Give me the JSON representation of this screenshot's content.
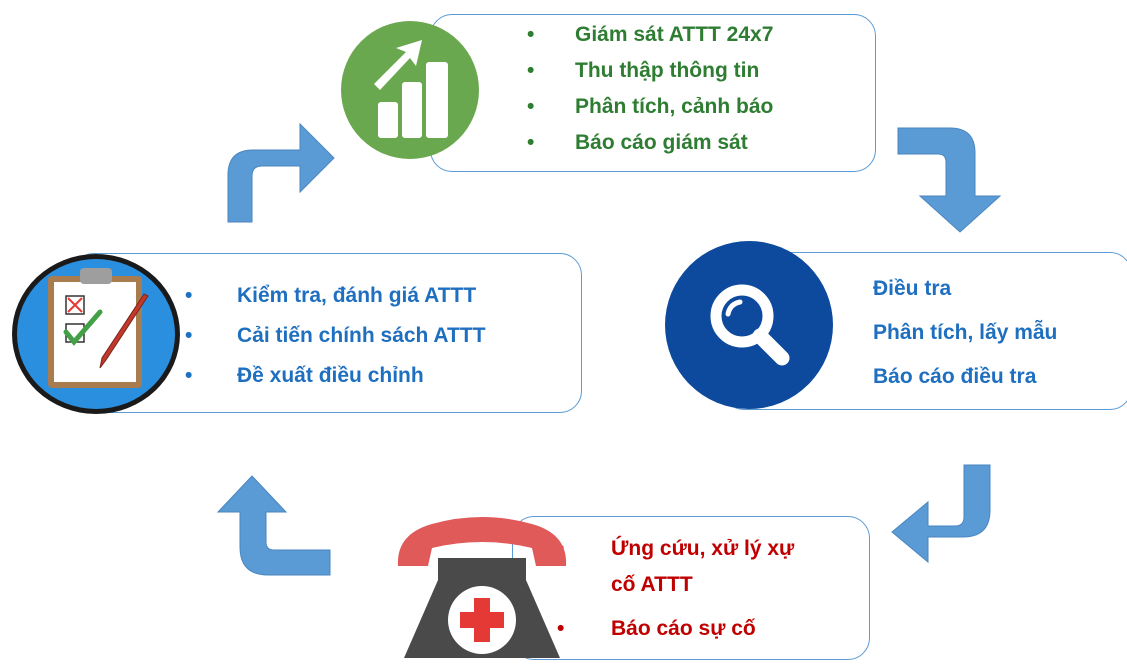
{
  "top": {
    "items": [
      "Giám sát ATTT 24x7",
      "Thu thập thông tin",
      "Phân tích, cảnh báo",
      "Báo cáo giám sát"
    ]
  },
  "left": {
    "items": [
      "Kiểm tra, đánh giá ATTT",
      "Cải tiến chính sách ATTT",
      "Đề xuất điều chỉnh"
    ]
  },
  "right": {
    "items": [
      "Điều tra",
      "Phân tích, lấy mẫu",
      "Báo cáo điều tra"
    ]
  },
  "bottom": {
    "items": [
      "Ứng cứu, xử lý xự",
      "cố ATTT",
      "Báo cáo sự cố"
    ]
  },
  "bullet": "•",
  "colors": {
    "green": "#2e7d32",
    "blue": "#1f6fc0",
    "red": "#c00000",
    "arrow": "#5b9bd5",
    "border": "#5b9bd5"
  },
  "icons": [
    "chart-growth-icon",
    "magnifier-icon",
    "checklist-clipboard-icon",
    "emergency-phone-icon"
  ]
}
